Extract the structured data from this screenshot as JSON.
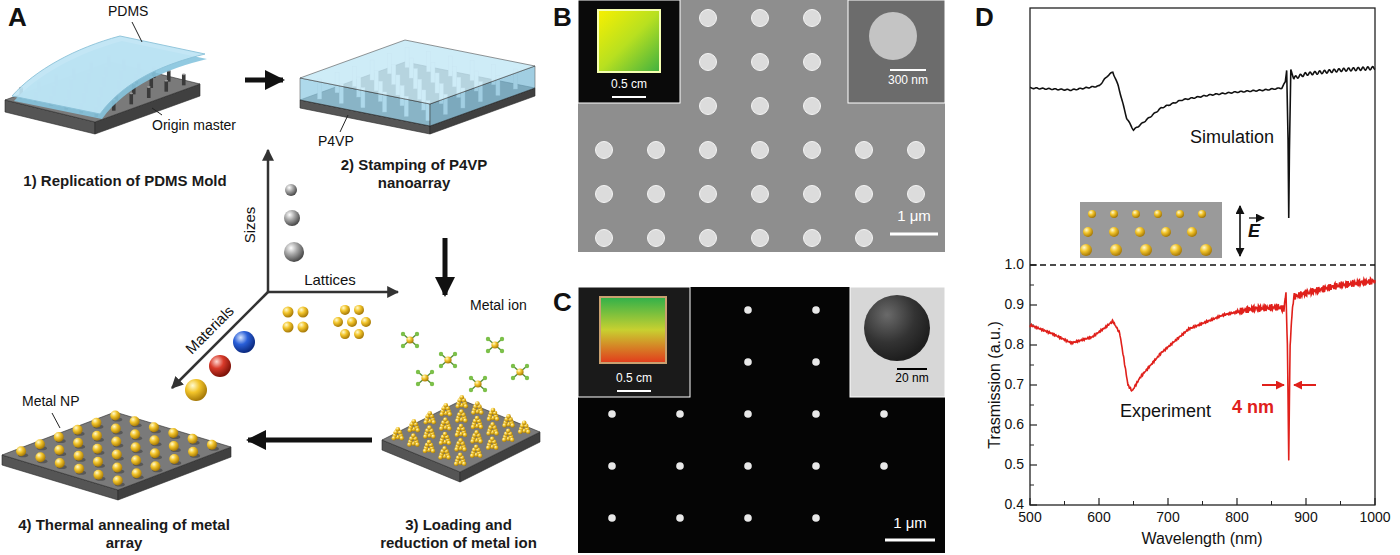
{
  "diagram": {
    "nodes": [
      {
        "text": [
          "1) Replication of PDMS Mold"
        ]
      },
      {
        "text": [
          "2) Stamping of P4VP nanoarray"
        ]
      },
      {
        "text": [
          "3) Loading and reduction of metal ion"
        ]
      },
      {
        "text": [
          "4) Thermal annealing of metal array"
        ]
      }
    ],
    "edges": [
      {
        "from": 0,
        "to": 1,
        "arrow": "to"
      },
      {
        "from": 1,
        "to": 2,
        "arrow": "to"
      },
      {
        "from": 2,
        "to": 3,
        "arrow": "to"
      }
    ],
    "labels": [
      "A",
      "PDMS",
      "Origin master",
      "P4VP",
      "Sizes",
      "Lattices",
      "Materials",
      "Metal ion",
      "Metal NP",
      "B",
      "0.5 cm",
      "300 nm",
      "1 μm",
      "C",
      "0.5 cm",
      "20 nm",
      "1 μm",
      "D",
      "Simulation",
      "E",
      "Experiment",
      "4 nm",
      "Trasmission (a.u.)",
      "Wavelength (nm)",
      "500",
      "600",
      "700",
      "800",
      "900",
      "1000",
      "0.4",
      "0.5",
      "0.6",
      "0.7",
      "0.8",
      "0.9",
      "1.0"
    ]
  }
}
